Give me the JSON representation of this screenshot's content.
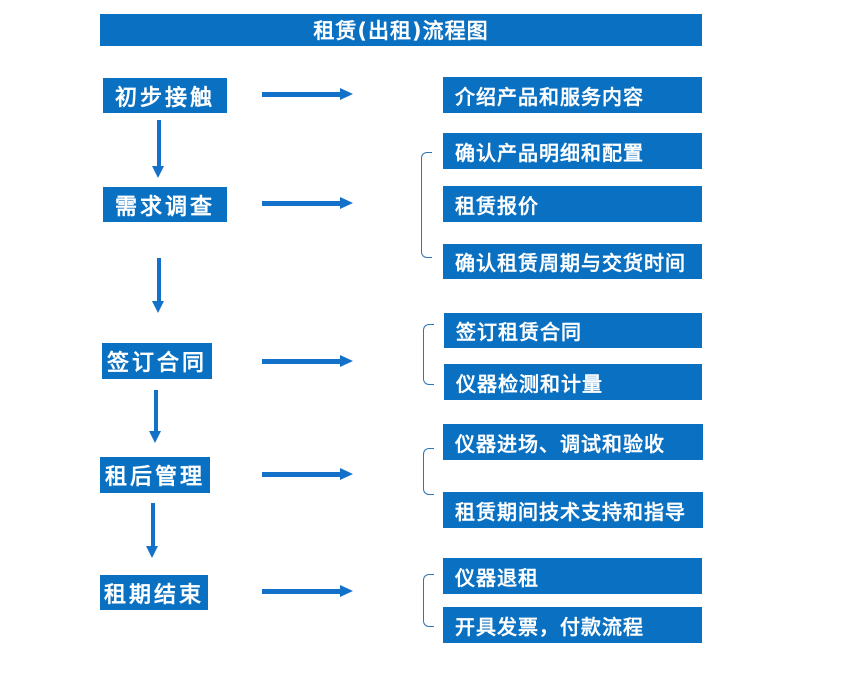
{
  "title": "租赁(出租)流程图",
  "colors": {
    "box_blue": "#0a70c2",
    "arrow_blue": "#1471c9",
    "bracket_blue": "#2e75b6",
    "text_white": "#ffffff"
  },
  "stages": [
    {
      "label": "初步接触",
      "details": [
        "介绍产品和服务内容"
      ]
    },
    {
      "label": "需求调查",
      "details": [
        "确认产品明细和配置",
        "租赁报价",
        "确认租赁周期与交货时间"
      ]
    },
    {
      "label": "签订合同",
      "details": [
        "签订租赁合同",
        "仪器检测和计量"
      ]
    },
    {
      "label": "租后管理",
      "details": [
        "仪器进场、调试和验收",
        "租赁期间技术支持和指导"
      ]
    },
    {
      "label": "租期结束",
      "details": [
        "仪器退租",
        "开具发票，付款流程"
      ]
    }
  ]
}
